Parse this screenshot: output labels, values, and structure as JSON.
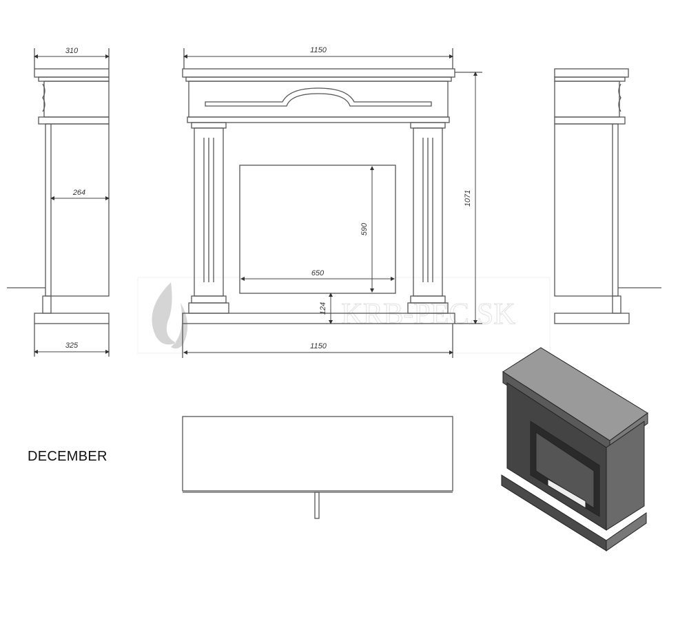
{
  "title": "DECEMBER",
  "watermark": "KRB-PEC.SK",
  "dimensions": {
    "side_top_depth": "310",
    "side_body_depth": "264",
    "side_base_depth": "325",
    "front_top_width": "1150",
    "front_height": "1071",
    "opening_height": "590",
    "opening_width": "650",
    "opening_raise": "124",
    "front_base_width": "1150"
  }
}
